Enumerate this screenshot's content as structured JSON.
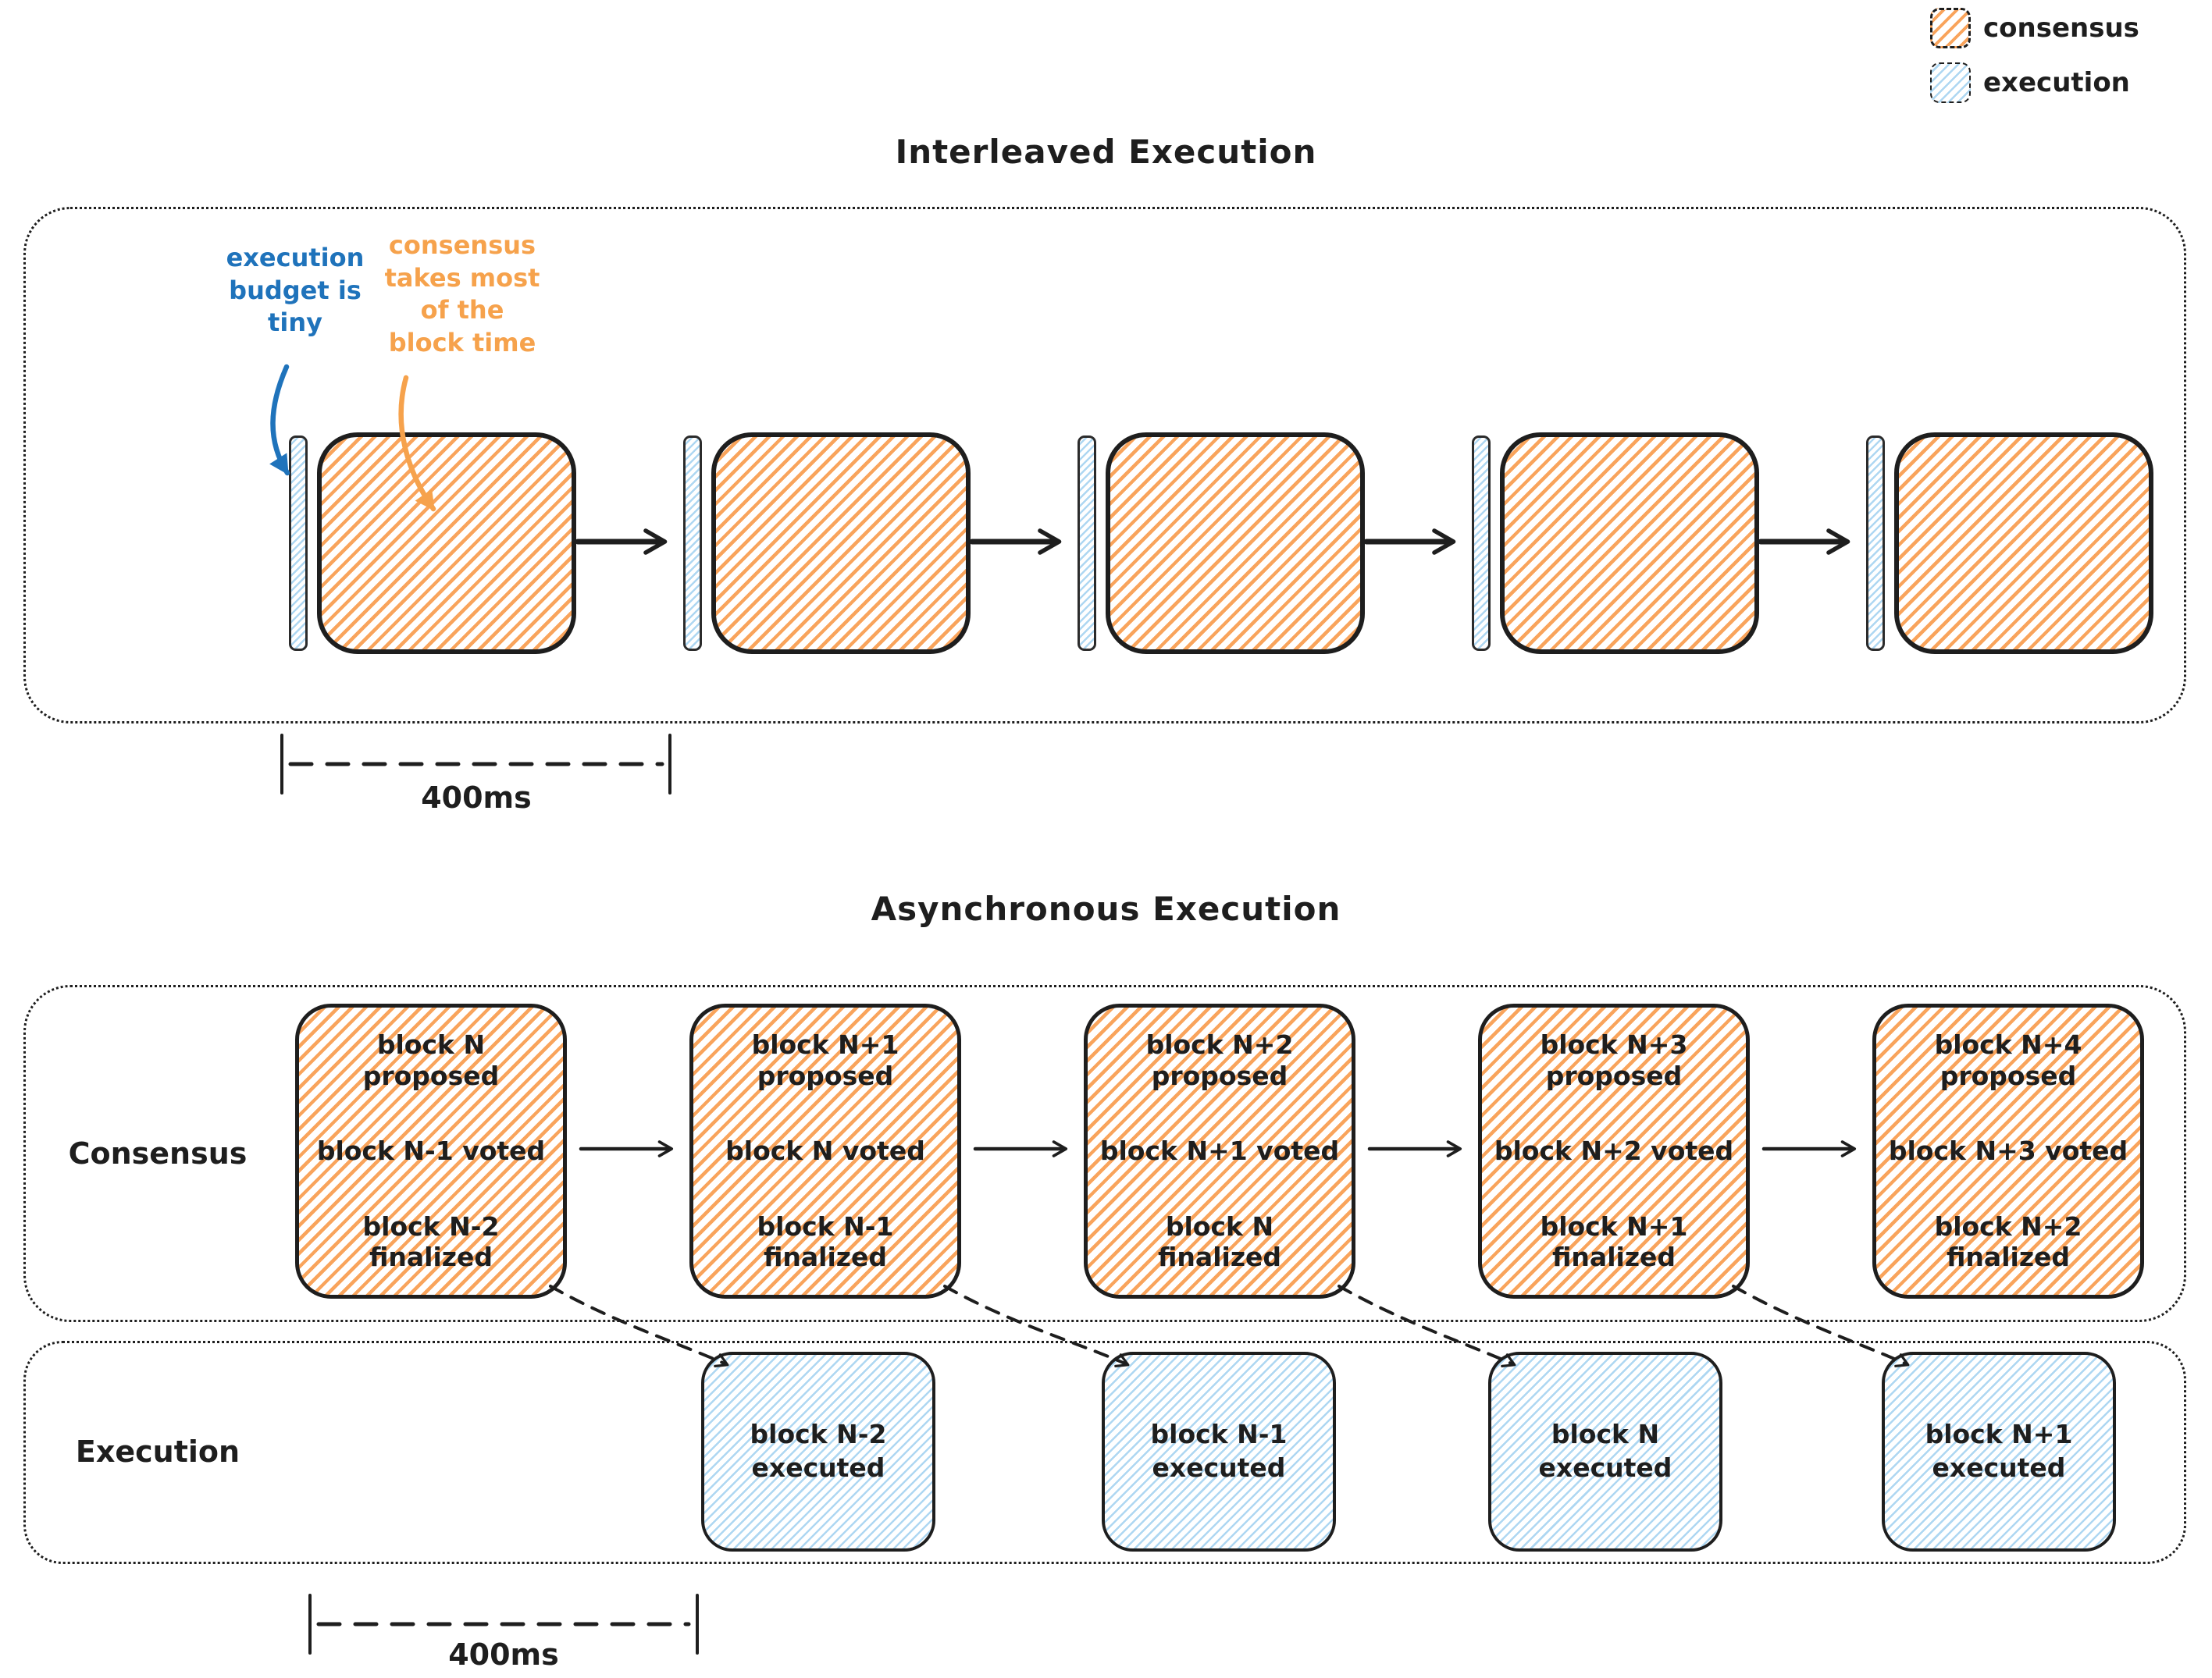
{
  "legend": {
    "items": [
      {
        "label": "consensus",
        "swatch_color": "#f9a45c"
      },
      {
        "label": "execution",
        "swatch_color": "#aed7f2"
      }
    ]
  },
  "interleaved": {
    "title": "Interleaved Execution",
    "annotations": {
      "execution_note": "execution\nbudget is\ntiny",
      "consensus_note": "consensus\ntakes most\nof the\nblock time"
    },
    "block_count": 5,
    "measure_label": "400ms"
  },
  "asynchronous": {
    "title": "Asynchronous Execution",
    "consensus_label": "Consensus",
    "execution_label": "Execution",
    "consensus_boxes": [
      {
        "proposed": "block N\nproposed",
        "voted": "block N-1 voted",
        "finalized": "block N-2\nfinalized"
      },
      {
        "proposed": "block N+1\nproposed",
        "voted": "block N voted",
        "finalized": "block N-1\nfinalized"
      },
      {
        "proposed": "block N+2\nproposed",
        "voted": "block N+1 voted",
        "finalized": "block N\nfinalized"
      },
      {
        "proposed": "block N+3\nproposed",
        "voted": "block N+2 voted",
        "finalized": "block N+1\nfinalized"
      },
      {
        "proposed": "block N+4\nproposed",
        "voted": "block N+3 voted",
        "finalized": "block N+2\nfinalized"
      }
    ],
    "execution_boxes": [
      {
        "label": "block N-2\nexecuted"
      },
      {
        "label": "block N-1\nexecuted"
      },
      {
        "label": "block N\nexecuted"
      },
      {
        "label": "block N+1\nexecuted"
      }
    ],
    "measure_label": "400ms"
  },
  "colors": {
    "consensus_hatch": "#f9a45c",
    "execution_hatch": "#aed7f2",
    "stroke": "#1e1e1e",
    "annotation_blue": "#1f73bb",
    "annotation_orange": "#f6a24c"
  }
}
